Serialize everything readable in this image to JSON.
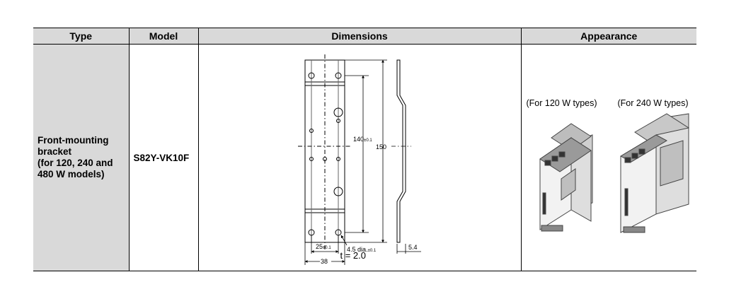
{
  "table": {
    "headers": [
      "Type",
      "Model",
      "Dimensions",
      "Appearance"
    ],
    "row": {
      "type_lines": [
        "Front-mounting",
        "bracket",
        "(for 120, 240 and",
        "480 W models)"
      ],
      "model": "S82Y-VK10F",
      "dimensions": {
        "height_inner": "140",
        "height_inner_tol": "±0.1",
        "height_outer": "150",
        "hole_pitch": "25",
        "hole_pitch_tol": "±0.1",
        "hole_dia": "4.5 dia.",
        "hole_dia_tol": "±0.1",
        "width": "38",
        "depth": "5.4",
        "thickness": "t = 2.0"
      },
      "appearance": {
        "label_120": "(For 120 W types)",
        "label_240": "(For 240 W types)"
      }
    }
  }
}
